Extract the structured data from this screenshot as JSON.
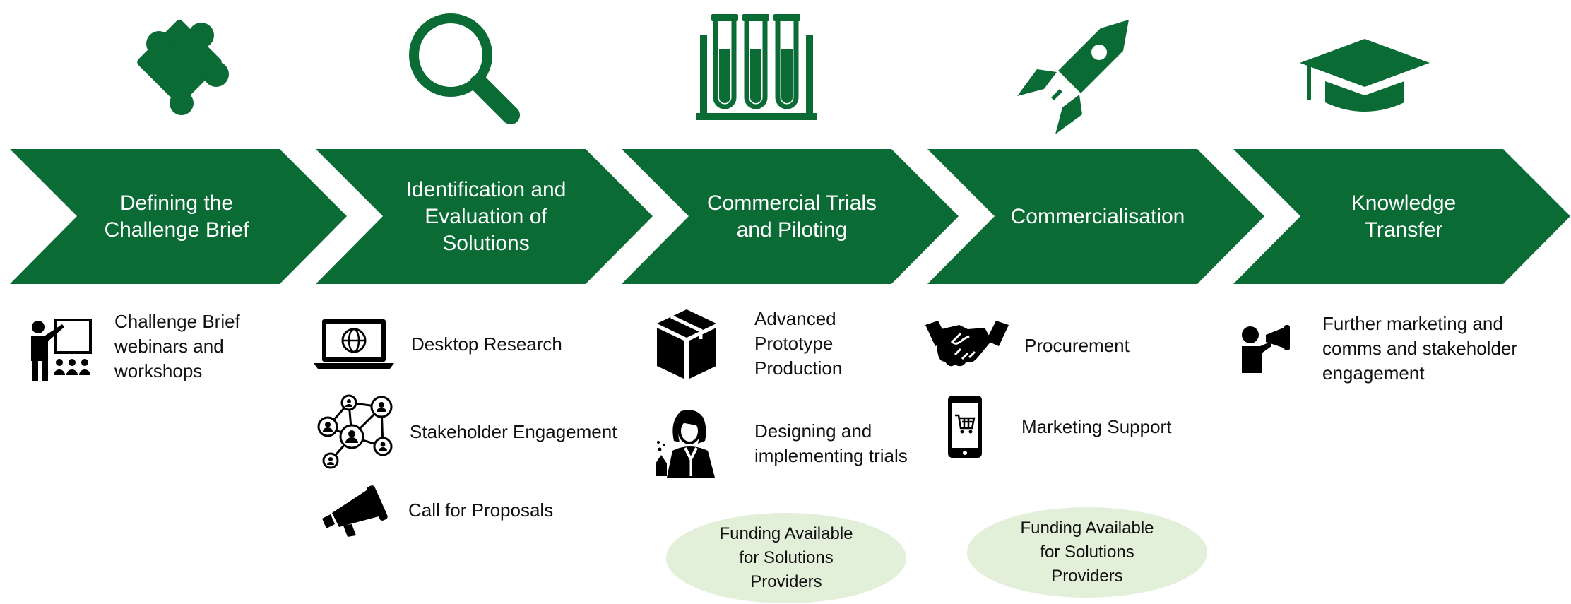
{
  "colors": {
    "primary": "#0b6b35",
    "funding_bg": "#e2efd9",
    "icon": "#000000"
  },
  "stages": [
    {
      "icon": "puzzle-icon",
      "label": "Defining the\nChallenge Brief"
    },
    {
      "icon": "magnifier-icon",
      "label": "Identification and\nEvaluation of\nSolutions"
    },
    {
      "icon": "test-tubes-icon",
      "label": "Commercial Trials\nand Piloting"
    },
    {
      "icon": "rocket-icon",
      "label": "Commercialisation"
    },
    {
      "icon": "graduation-cap-icon",
      "label": "Knowledge\nTransfer"
    }
  ],
  "activities": {
    "stage1": [
      {
        "icon": "presentation-icon",
        "text": "Challenge Brief\nwebinars and\nworkshops"
      }
    ],
    "stage2": [
      {
        "icon": "laptop-globe-icon",
        "text": "Desktop Research"
      },
      {
        "icon": "network-icon",
        "text": "Stakeholder Engagement"
      },
      {
        "icon": "megaphone-icon",
        "text": "Call for Proposals"
      }
    ],
    "stage3": [
      {
        "icon": "box-icon",
        "text": "Advanced\nPrototype\nProduction"
      },
      {
        "icon": "scientist-icon",
        "text": "Designing and\nimplementing trials"
      }
    ],
    "stage4": [
      {
        "icon": "handshake-icon",
        "text": "Procurement"
      },
      {
        "icon": "phone-cart-icon",
        "text": "Marketing Support"
      }
    ],
    "stage5": [
      {
        "icon": "speaker-icon",
        "text": "Further marketing and\ncomms and stakeholder\nengagement"
      }
    ]
  },
  "funding": [
    {
      "text": "Funding Available\nfor Solutions\nProviders"
    },
    {
      "text": "Funding Available\nfor Solutions\nProviders"
    }
  ]
}
